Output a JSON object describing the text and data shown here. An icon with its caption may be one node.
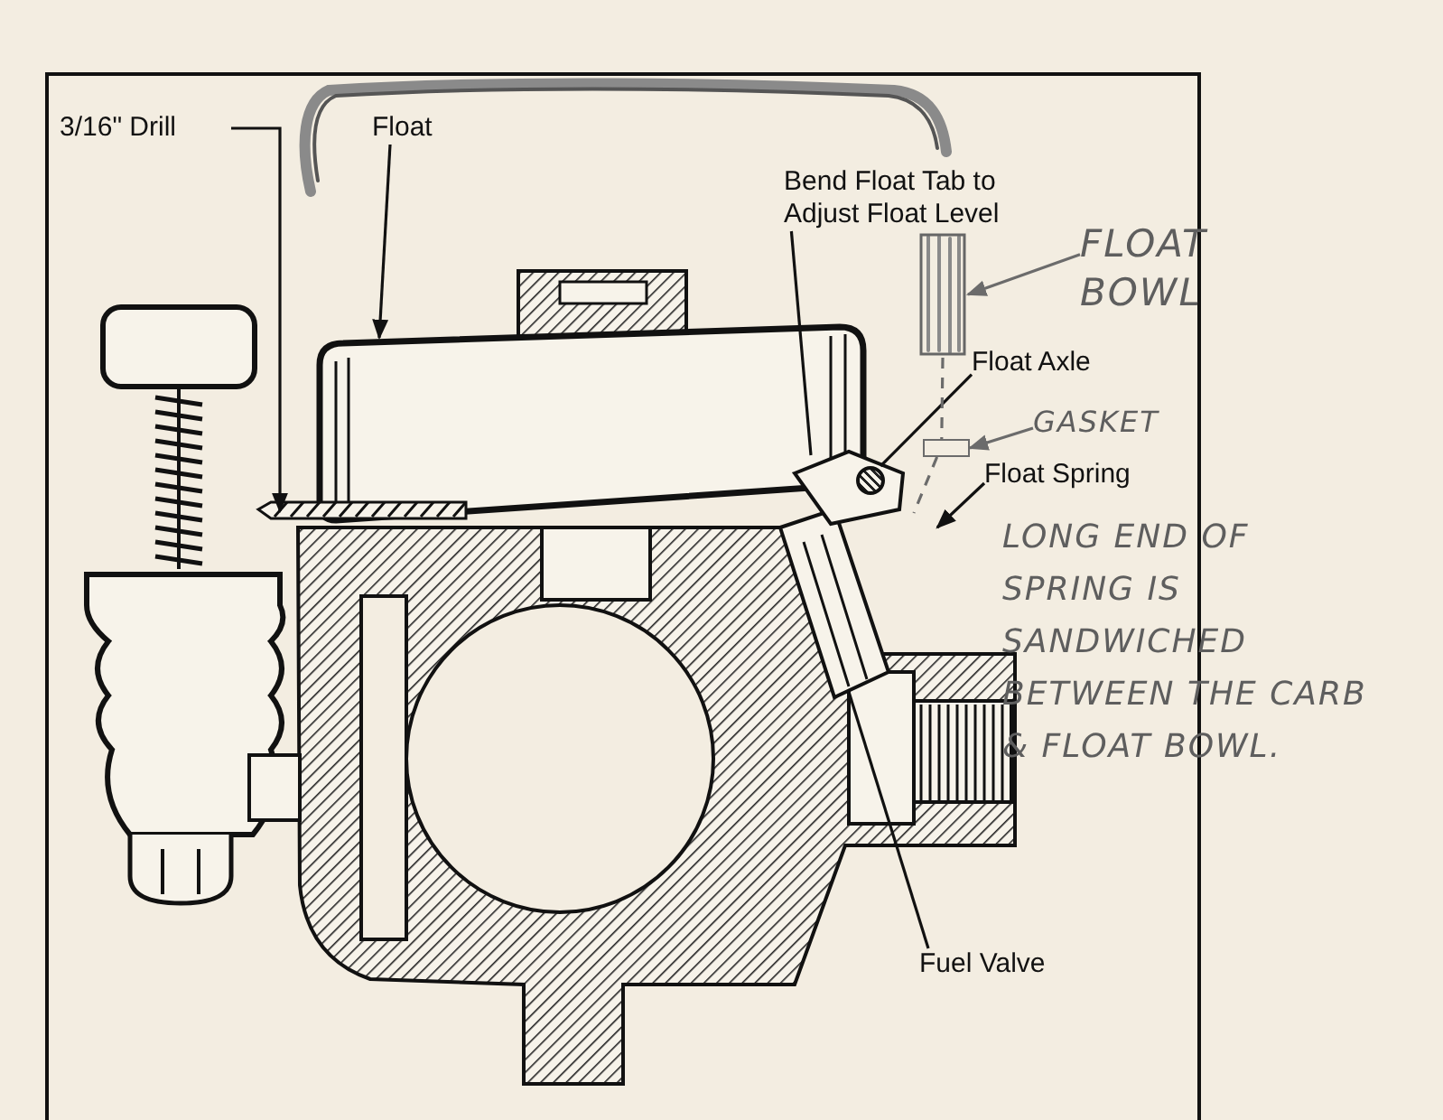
{
  "diagram": {
    "nodes": [
      {
        "text": [
          "3/16\" Drill"
        ]
      },
      {
        "text": [
          "Float"
        ]
      },
      {
        "text": [
          "Bend Float Tab to Adjust Float Level"
        ]
      },
      {
        "text": [
          "Float Axle"
        ]
      },
      {
        "text": [
          "Float Spring"
        ]
      },
      {
        "text": [
          "Fuel Valve"
        ]
      },
      {
        "text": [
          "FLOAT BOWL"
        ]
      },
      {
        "text": [],
        "shape": "picture"
      },
      {
        "text": [
          "GASKET"
        ]
      },
      {
        "text": [],
        "shape": "box"
      },
      {
        "text": [
          "LONG END OF SPRING IS SANDWICHED BETWEEN THE CARB & FLOAT BOWL."
        ]
      },
      {
        "text": [],
        "shape": "circle"
      }
    ],
    "edges": [
      {
        "from": 0,
        "to": null,
        "arrow": "to"
      },
      {
        "from": 1,
        "to": null,
        "arrow": "to"
      },
      {
        "from": 2,
        "to": null,
        "arrow": "none"
      },
      {
        "from": 3,
        "to": 11,
        "arrow": "none"
      },
      {
        "from": 4,
        "to": null,
        "arrow": "to"
      },
      {
        "from": 5,
        "to": null,
        "arrow": "none"
      },
      {
        "from": 6,
        "to": 7,
        "arrow": "to",
        "color": "#6b6b6b"
      },
      {
        "from": 7,
        "to": 9,
        "arrow": "none",
        "style": "dashed",
        "color": "#6b6b6b"
      },
      {
        "from": 8,
        "to": 9,
        "arrow": "to",
        "color": "#6b6b6b"
      },
      {
        "from": 9,
        "to": null,
        "arrow": "none",
        "style": "dashed",
        "color": "#6b6b6b"
      }
    ]
  }
}
